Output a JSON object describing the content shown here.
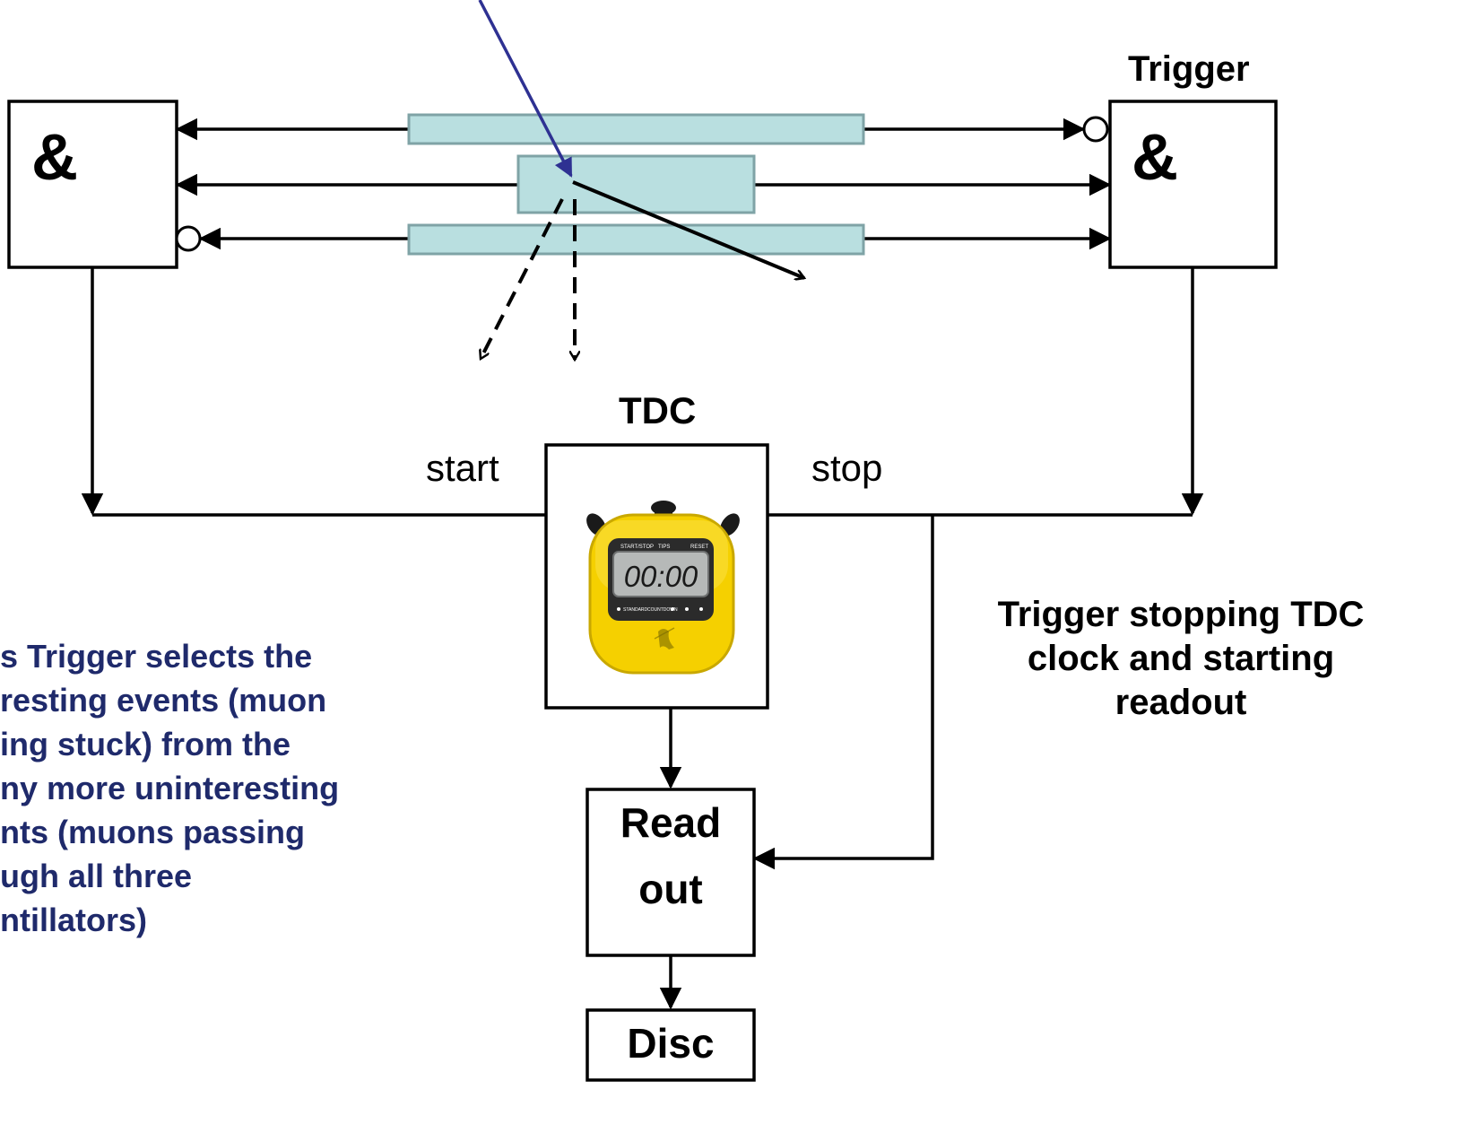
{
  "left_gate": {
    "symbol": "&"
  },
  "right_gate": {
    "symbol": "&",
    "title": "Trigger"
  },
  "tdc": {
    "title": "TDC",
    "start_label": "start",
    "stop_label": "stop",
    "stopwatch": {
      "display": "00:00",
      "buttons": [
        "START/STOP",
        "TIPS",
        "RESET"
      ],
      "modes": [
        "STANDARD",
        "COUNTDOWN"
      ]
    }
  },
  "readout": {
    "line1": "Read",
    "line2": "out"
  },
  "disc": {
    "label": "Disc"
  },
  "trigger_note": {
    "lines": [
      "Trigger stopping TDC",
      "clock and starting",
      "readout"
    ]
  },
  "selection_note": {
    "lines": [
      "s Trigger selects the",
      "resting events (muon",
      "ing stuck) from the",
      "ny more uninteresting",
      "nts (muons passing",
      "ugh all three",
      "ntillators)"
    ]
  },
  "colors": {
    "scintillator_fill": "#b9dfe0",
    "scintillator_stroke": "#7fa3a6",
    "muon_track": "#2e3192",
    "note_text": "#1f2a6b",
    "stopwatch_body": "#f5d000",
    "lcd": "#b6b9b8"
  }
}
